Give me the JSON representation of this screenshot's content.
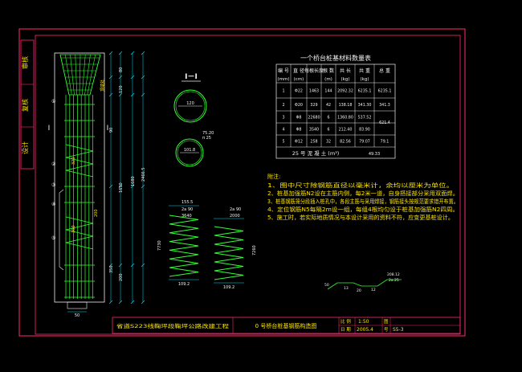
{
  "colors": {
    "background": "#000000",
    "frame": "#ff2a6d",
    "rebar": "#33ff33",
    "annotation": "#ffe600",
    "dimension": "#00e0ff",
    "outline": "#f2f2f2"
  },
  "sidebar": {
    "labels": [
      "审核",
      "复核",
      "设计"
    ]
  },
  "column_view": {
    "section_marker": "I",
    "dims_right": [
      "80",
      "120",
      "90",
      "1630",
      "1680",
      "350",
      "200",
      "2466.5"
    ],
    "dims_inner": [
      "320",
      "360",
      "200"
    ],
    "callouts": [
      "①",
      "②",
      "③",
      "④",
      "⑤"
    ],
    "bottom_dim": "50",
    "side_label": "顶端处"
  },
  "section_view": {
    "title": "I－I",
    "ring_dia": "120",
    "sub_dims": [
      "75.20",
      "π 25"
    ],
    "inner_dia": "101.8"
  },
  "spirals": {
    "left": {
      "top_dims": [
        "155.5",
        "2a 90"
      ],
      "length": "3640",
      "height": "7730",
      "bottom_dim": "109.2"
    },
    "right": {
      "top_dims": [
        "2a 90"
      ],
      "length": "2000",
      "height": "7260",
      "bottom_dim": "109.2"
    }
  },
  "table": {
    "title": "一个桥台桩基材料数量表",
    "headers": [
      [
        "编 号",
        "直 径",
        "每根长度",
        "根 数",
        "共 长",
        "共 重",
        "总 重"
      ],
      [
        "(mm)",
        "(cm)",
        "",
        "(m)",
        "(kg)",
        "(kg)",
        ""
      ]
    ],
    "rows": [
      [
        "1",
        "Φ22",
        "1463",
        "144",
        "2092.32",
        "6235.1",
        "6235.1"
      ],
      [
        "2",
        "Φ20",
        "329",
        "42",
        "138.18",
        "341.30",
        "341.3"
      ],
      [
        "3",
        "Φ8",
        "22680",
        "6",
        "1360.80",
        "537.52",
        ""
      ],
      [
        "4",
        "Φ8",
        "3540",
        "6",
        "212.40",
        "83.90",
        "621.4"
      ],
      [
        "5",
        "Φ12",
        "258",
        "32",
        "82.56",
        "79.07",
        "79.1"
      ]
    ],
    "footer_label": "25 号 泥 凝 土 (m³)",
    "footer_value": "49.33"
  },
  "notes": {
    "title": "附注:",
    "items": [
      "1、图中尺寸除钢筋直径以毫米计，余均以厘米为单位。",
      "2、桩基加强筋N2设在主筋内侧，每2米一道，自身搭接部分采用双面焊。",
      "3、桩基钢筋笼分段插入桩孔中，各段主筋与采用焊接，钢筋接头按规范要求错开布置。",
      "4、定位钢筋N5每隔2m设一组，每组4根均匀设于桩基加强筋N2四周。",
      "5、施工时，若实际地质情况与本设计采用的资料不符，应变更基桩设计。"
    ]
  },
  "detail": {
    "dims": [
      "50",
      "13",
      "20",
      "12",
      "208.12",
      "2a 25"
    ]
  },
  "title_block": {
    "project": "省道S223线鞠坪段鞠坪公路改建工程",
    "drawing": "0 号桥台桩基钢筋构造图",
    "scale_label": "比 例",
    "scale_value": "1:50",
    "date_label": "日 期",
    "date_value": "2005.4",
    "fig_label": "图",
    "fig_value": "S5-3",
    "sheet_label": "号"
  }
}
